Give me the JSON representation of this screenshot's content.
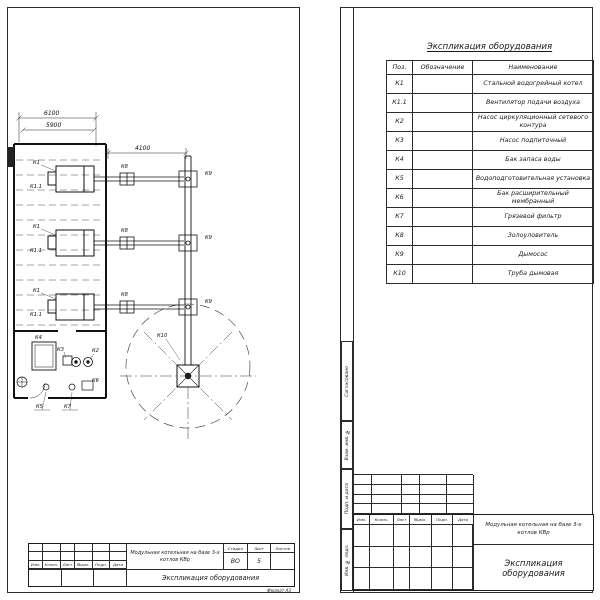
{
  "doc": {
    "project": "Модульная котельная на базе 3-х котлов КВр",
    "doc_title": "Экспликация оборудования",
    "format": "Формат А3",
    "stage_label": "Стадия",
    "sheet_label": "Лист",
    "sheets_label": "Листов",
    "stage": "ВО",
    "sheet_num": "5",
    "stamp_cols": [
      "Изм.",
      "Колич.",
      "Лист",
      "№док.",
      "Подп.",
      "Дата"
    ],
    "side_labels": [
      "Согласовано",
      "Взам. инв. №",
      "Подп. и дата",
      "Инв. № подл."
    ]
  },
  "spec": {
    "title": "Экспликация оборудования",
    "headers": {
      "pos": "Поз.",
      "designation": "Обозначение",
      "name": "Наименование"
    },
    "rows": [
      {
        "pos": "К1",
        "designation": "",
        "name": "Стальной водогрейный котел"
      },
      {
        "pos": "К1.1",
        "designation": "",
        "name": "Вентилятор подачи воздуха"
      },
      {
        "pos": "К2",
        "designation": "",
        "name": "Насос циркуляционный сетевого контура"
      },
      {
        "pos": "К3",
        "designation": "",
        "name": "Насос подпиточный"
      },
      {
        "pos": "К4",
        "designation": "",
        "name": "Бак запаса воды"
      },
      {
        "pos": "К5",
        "designation": "",
        "name": "Водоподготовительная установка"
      },
      {
        "pos": "К6",
        "designation": "",
        "name": "Бак расширительный мембранный"
      },
      {
        "pos": "К7",
        "designation": "",
        "name": "Грязевой фильтр"
      },
      {
        "pos": "К8",
        "designation": "",
        "name": "Золоуловитель"
      },
      {
        "pos": "К9",
        "designation": "",
        "name": "Дымосос"
      },
      {
        "pos": "К10",
        "designation": "",
        "name": "Труба дымовая"
      }
    ]
  },
  "plan": {
    "dim_6100": "6100",
    "dim_5900": "5900",
    "dim_4100": "4100",
    "tag_k1": "К1",
    "tag_k11": "К1.1",
    "tag_k2": "К2",
    "tag_k3": "К3",
    "tag_k4": "К4",
    "tag_k5": "К5",
    "tag_k6": "К6",
    "tag_k7": "К7",
    "tag_k8": "К8",
    "tag_k9": "К9",
    "tag_k10": "К10"
  }
}
